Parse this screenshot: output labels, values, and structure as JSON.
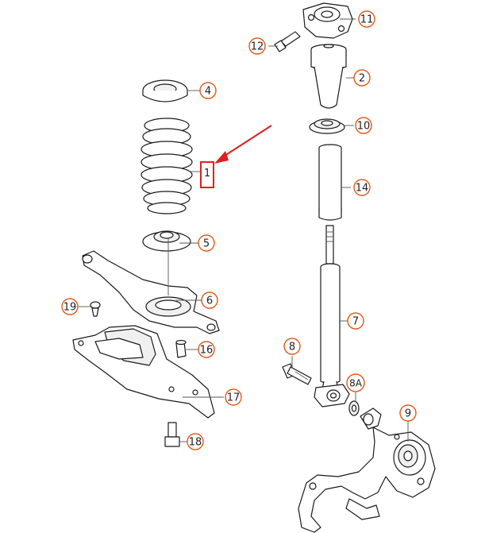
{
  "diagram": {
    "highlight_color": "#e02020",
    "callout_color": "#e05a1a",
    "callouts": [
      {
        "id": "1",
        "label": "1"
      },
      {
        "id": "2",
        "label": "2"
      },
      {
        "id": "4",
        "label": "4"
      },
      {
        "id": "5",
        "label": "5"
      },
      {
        "id": "6",
        "label": "6"
      },
      {
        "id": "7",
        "label": "7"
      },
      {
        "id": "8",
        "label": "8"
      },
      {
        "id": "8A",
        "label": "8A"
      },
      {
        "id": "9",
        "label": "9"
      },
      {
        "id": "10",
        "label": "10"
      },
      {
        "id": "11",
        "label": "11"
      },
      {
        "id": "12",
        "label": "12"
      },
      {
        "id": "14",
        "label": "14"
      },
      {
        "id": "16",
        "label": "16"
      },
      {
        "id": "17",
        "label": "17"
      },
      {
        "id": "18",
        "label": "18"
      },
      {
        "id": "19",
        "label": "19"
      }
    ]
  }
}
